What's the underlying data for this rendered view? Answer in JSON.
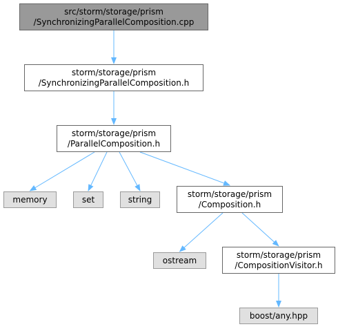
{
  "colors": {
    "edge": "#63b8ff",
    "node_border": "#666666",
    "root_fill": "#999999",
    "system_fill": "#e0e0e0",
    "system_border": "#999999"
  },
  "nodes": {
    "root": {
      "line1": "src/storm/storage/prism",
      "line2": "/SynchronizingParallelComposition.cpp"
    },
    "sync_h": {
      "line1": "storm/storage/prism",
      "line2": "/SynchronizingParallelComposition.h"
    },
    "parallel_h": {
      "line1": "storm/storage/prism",
      "line2": "/ParallelComposition.h"
    },
    "memory": {
      "label": "memory"
    },
    "set": {
      "label": "set"
    },
    "string": {
      "label": "string"
    },
    "composition_h": {
      "line1": "storm/storage/prism",
      "line2": "/Composition.h"
    },
    "ostream": {
      "label": "ostream"
    },
    "visitor_h": {
      "line1": "storm/storage/prism",
      "line2": "/CompositionVisitor.h"
    },
    "boost_any": {
      "label": "boost/any.hpp"
    }
  },
  "edges": [
    [
      "root",
      "sync_h"
    ],
    [
      "sync_h",
      "parallel_h"
    ],
    [
      "parallel_h",
      "memory"
    ],
    [
      "parallel_h",
      "set"
    ],
    [
      "parallel_h",
      "string"
    ],
    [
      "parallel_h",
      "composition_h"
    ],
    [
      "composition_h",
      "ostream"
    ],
    [
      "composition_h",
      "visitor_h"
    ],
    [
      "visitor_h",
      "boost_any"
    ]
  ]
}
